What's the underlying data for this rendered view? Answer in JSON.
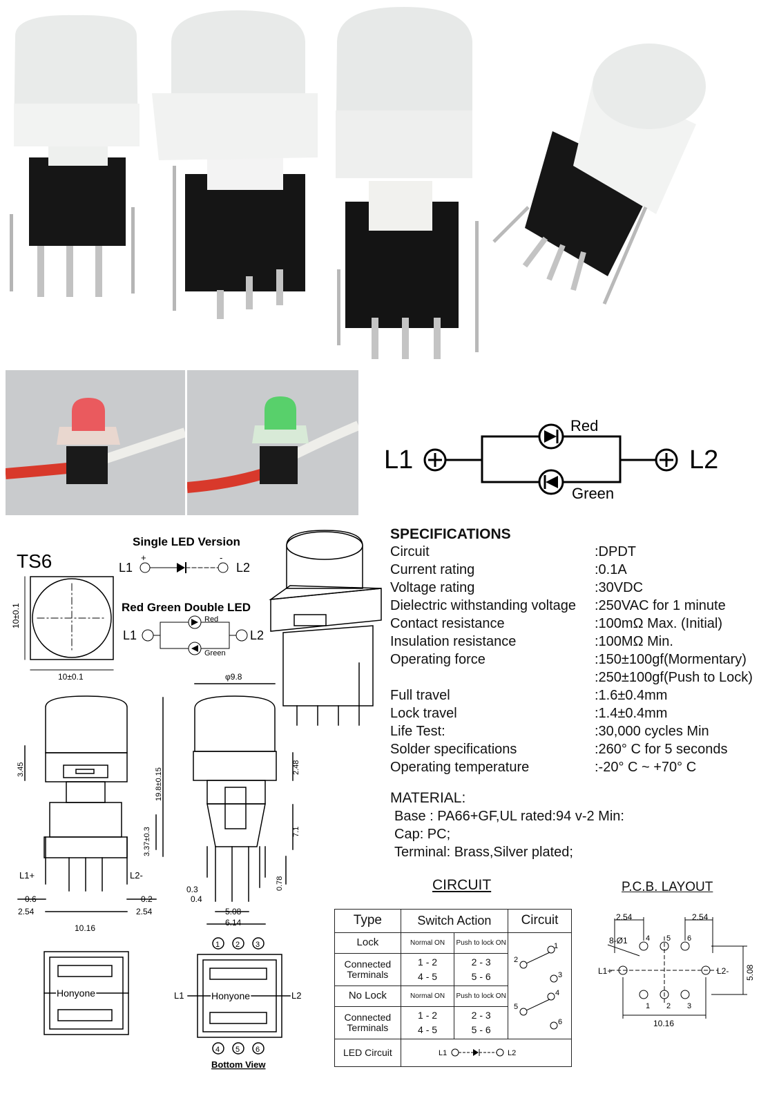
{
  "led_diagram": {
    "left": "L1",
    "right": "L2",
    "top": "Red",
    "bottom": "Green"
  },
  "ts6": {
    "title": "TS6",
    "single_led_title": "Single LED Version",
    "single_l1": "L1",
    "single_l2": "L2",
    "plus": "+",
    "minus": "-",
    "double_led_title": "Red Green Double LED",
    "double_l1": "L1",
    "double_l2": "L2",
    "double_red": "Red",
    "double_green": "Green",
    "dim_height": "10±0.1",
    "dim_width": "10±0.1"
  },
  "front_view": {
    "d_345": "3.45",
    "d_198": "19.8±0.15",
    "d_337": "3.37±0.3",
    "l1": "L1+",
    "l2": "L2-",
    "d_06": "0.6",
    "d_02": "0.2",
    "d_254_left": "2.54",
    "d_254_right": "2.54",
    "d_1016": "10.16"
  },
  "side_view": {
    "d_phi": "φ9.8",
    "d_248": "2.48",
    "d_71": "7.1",
    "d_078": "0.78",
    "d_03": "0.3",
    "d_04": "0.4",
    "d_508": "5.08",
    "d_614": "6.14"
  },
  "bottom_views": {
    "brand_left": "Honyone",
    "brand_right": "Honyone",
    "l1": "L1",
    "l2": "L2",
    "pins_top": [
      "1",
      "2",
      "3"
    ],
    "pins_bottom": [
      "4",
      "5",
      "6"
    ],
    "caption": "Bottom View"
  },
  "specs": {
    "title": "SPECIFICATIONS",
    "rows": [
      {
        "label": "Circuit",
        "value": ":DPDT"
      },
      {
        "label": "Current rating",
        "value": ":0.1A"
      },
      {
        "label": "Voltage rating",
        "value": ":30VDC"
      },
      {
        "label": "Dielectric withstanding voltage",
        "value": ":250VAC for 1 minute"
      },
      {
        "label": "Contact resistance",
        "value": ":100mΩ   Max. (Initial)"
      },
      {
        "label": "Insulation resistance",
        "value": ":100MΩ   Min."
      },
      {
        "label": "Operating force",
        "value": ":150±100gf(Mormentary)"
      },
      {
        "label": "",
        "value": ":250±100gf(Push to Lock)"
      },
      {
        "label": "Full travel",
        "value": ":1.6±0.4mm"
      },
      {
        "label": "Lock travel",
        "value": ":1.4±0.4mm"
      },
      {
        "label": "Life Test:",
        "value": ":30,000 cycles Min"
      },
      {
        "label": "Solder specifications",
        "value": ":260° C for 5 seconds"
      },
      {
        "label": "Operating temperature",
        "value": ":-20° C ~ +70° C"
      }
    ]
  },
  "material": {
    "title": "MATERIAL:",
    "base": "Base : PA66+GF,UL rated:94 v-2 Min:",
    "cap": "Cap: PC;",
    "terminal": "Terminal: Brass,Silver plated;"
  },
  "circuit_table": {
    "title": "CIRCUIT",
    "h_type": "Type",
    "h_action": "Switch Action",
    "h_circuit": "Circuit",
    "lock": "Lock",
    "normal_on": "Normal ON",
    "push_to_lock_on": "Push to lock ON",
    "connected": "Connected Terminals",
    "lock_a1": "1 - 2",
    "lock_a2": "4 - 5",
    "lock_b1": "2 - 3",
    "lock_b2": "5 - 6",
    "no_lock": "No Lock",
    "normal_on2": "Normal ON",
    "push_to_lock_on2": "Push to lock ON",
    "connected2": "Connected Terminals",
    "nl_a1": "1 - 2",
    "nl_a2": "4 - 5",
    "nl_b1": "2 - 3",
    "nl_b2": "5 - 6",
    "led_circuit": "LED Circuit",
    "led_l1": "L1",
    "led_l2": "L2",
    "sym_pins": [
      "1",
      "2",
      "3",
      "4",
      "5",
      "6"
    ]
  },
  "pcb": {
    "title": "P.C.B. LAYOUT",
    "d_254_left": "2.54",
    "d_254_right": "2.54",
    "holes": "8-Ø1",
    "pins_top": [
      "4",
      "5",
      "6"
    ],
    "pins_bottom": [
      "1",
      "2",
      "3"
    ],
    "l1": "L1+",
    "l2": "L2-",
    "d_508": "5.08",
    "d_1016": "10.16"
  }
}
